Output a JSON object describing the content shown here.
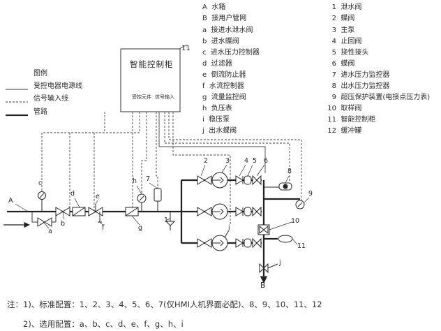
{
  "legend_letters": [
    {
      "code": "A",
      "text": "水箱"
    },
    {
      "code": "B",
      "text": "接用户管网"
    },
    {
      "code": "a",
      "text": "接进水泄水阀"
    },
    {
      "code": "b",
      "text": "进水蝶阀"
    },
    {
      "code": "c",
      "text": "进水压力控制器"
    },
    {
      "code": "d",
      "text": "过滤器"
    },
    {
      "code": "e",
      "text": "倒流防止器"
    },
    {
      "code": "f",
      "text": "水流控制器"
    },
    {
      "code": "g",
      "text": "流量监控阀"
    },
    {
      "code": "h",
      "text": "负压表"
    },
    {
      "code": "i",
      "text": "稳压泵"
    },
    {
      "code": "j",
      "text": "出水蝶阀"
    }
  ],
  "legend_numbers": [
    {
      "code": "1",
      "text": "泄水阀"
    },
    {
      "code": "2",
      "text": "蝶阀"
    },
    {
      "code": "3",
      "text": "主泵"
    },
    {
      "code": "4",
      "text": "止回阀"
    },
    {
      "code": "5",
      "text": "挠性接头"
    },
    {
      "code": "6",
      "text": "蝶阀"
    },
    {
      "code": "7",
      "text": "进水压力监控器"
    },
    {
      "code": "8",
      "text": "出水压力监控器"
    },
    {
      "code": "9",
      "text": "超压保护装置(电接点压力表)"
    },
    {
      "code": "10",
      "text": "取样阀"
    },
    {
      "code": "11",
      "text": "智能控制柜"
    },
    {
      "code": "12",
      "text": "缓冲罐"
    }
  ],
  "line_legend": {
    "title": "图例",
    "items": [
      {
        "label": "受控电器电源线",
        "style": "solid-thin"
      },
      {
        "label": "信号输入线",
        "style": "dashed"
      },
      {
        "label": "管路",
        "style": "solid-thick"
      }
    ]
  },
  "cabinet": {
    "title": "智能控制柜",
    "number": "11",
    "port_left": "受控元件",
    "port_right": "信号输入"
  },
  "component_marks": {
    "A": "A",
    "B": "B",
    "a": "a",
    "b": "b",
    "c": "c",
    "d": "d",
    "e": "e",
    "f": "f",
    "g": "g",
    "h": "h",
    "i": "i",
    "j": "j",
    "n1": "1",
    "n2": "2",
    "n3": "3",
    "n4": "4",
    "n5": "5",
    "n6": "6",
    "n7": "7",
    "n8": "8",
    "n9": "9",
    "n10": "10",
    "n11": "11"
  },
  "notes": {
    "line1": "注：1)、标准配置：1、2、3、4、5、6、7(仅HMI人机界面必配)、8、9、10、11、12",
    "line2": "2)、选用配置：a、b、c、d、e、f、g、h、i"
  }
}
